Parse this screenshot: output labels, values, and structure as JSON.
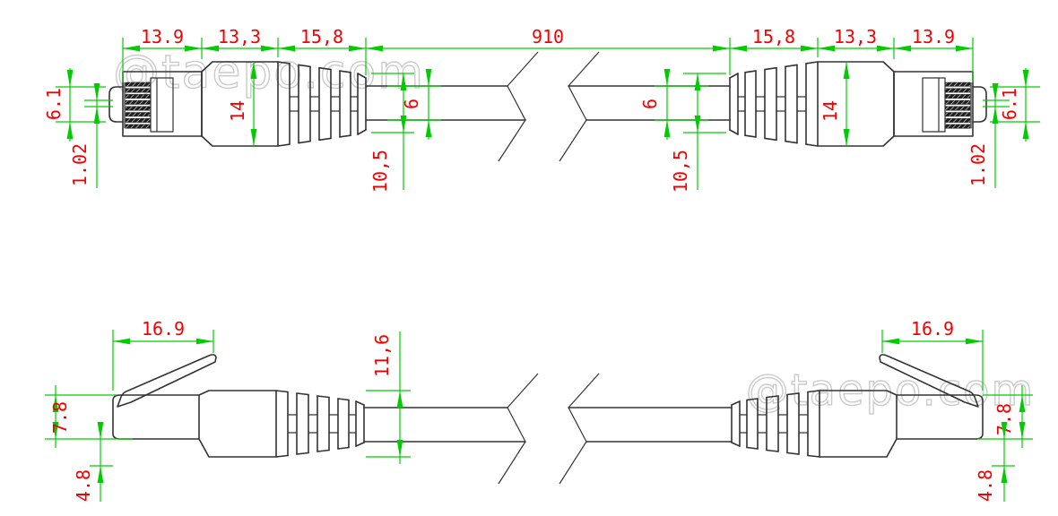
{
  "drawing_title": "RJ45 patch cable technical drawing, two orthographic views with dimensions (mm)",
  "colors": {
    "dimension_text": "#f40000",
    "dimension_lines": "#00cc00",
    "drawing_lines": "#333333",
    "watermark": "#cbcbcb",
    "background": "#ffffff"
  },
  "watermarks": {
    "top": "@taepo.com",
    "bottom": "@taepo.com"
  },
  "top_view": {
    "cable_length": "910",
    "left": {
      "plug_length": "13.9",
      "body_length": "13,3",
      "boot_length": "15,8",
      "tip_height": "6.1",
      "contact_pitch": "1.02",
      "body_height": "14",
      "cable_diameter": "6",
      "boot_to_cable": "10,5"
    },
    "right": {
      "boot_length": "15,8",
      "body_length": "13,3",
      "plug_length": "13.9",
      "tip_height": "6.1",
      "contact_pitch": "1.02",
      "body_height": "14",
      "cable_diameter": "6",
      "boot_to_cable": "10,5"
    }
  },
  "bottom_view": {
    "body_height": "11,6",
    "left": {
      "latch_length": "16.9",
      "plug_height": "7.8",
      "latch_drop": "4.8"
    },
    "right": {
      "latch_length": "16.9",
      "plug_height": "7.8",
      "latch_drop": "4.8"
    }
  }
}
